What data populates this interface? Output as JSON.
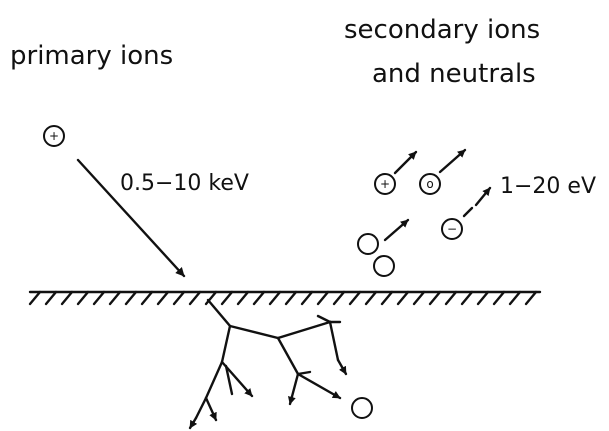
{
  "labels": {
    "primary_ions": "primary ions",
    "secondary_line1": "secondary ions",
    "secondary_line2": "and neutrals",
    "primary_energy": "0.5−10 keV",
    "secondary_energy": "1−20 eV"
  },
  "particles": {
    "primary": "+",
    "secondary_positive": "+",
    "secondary_neutral": "o",
    "secondary_negative": "−"
  }
}
